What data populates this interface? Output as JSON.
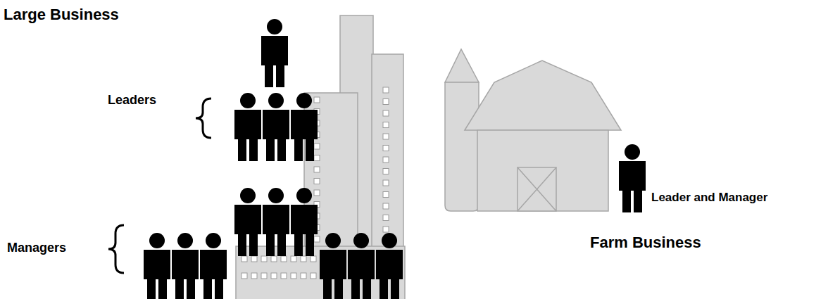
{
  "diagram": {
    "labels": [
      "Large Business",
      "Leaders",
      "Managers",
      "Leader and Manager",
      "Farm Business"
    ]
  }
}
